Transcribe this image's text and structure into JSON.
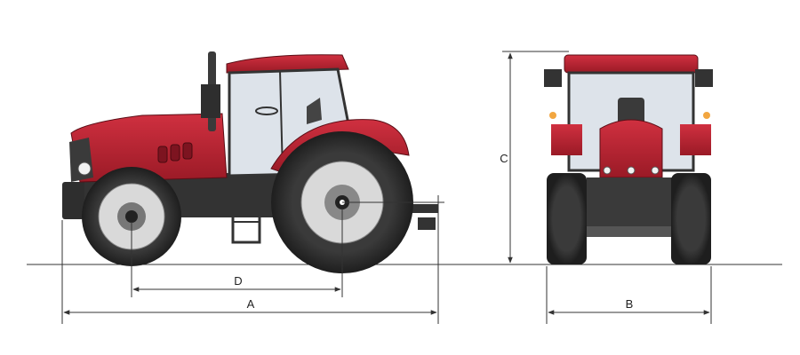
{
  "dimensions": {
    "A": "A",
    "B": "B",
    "C": "C",
    "D": "D"
  },
  "colors": {
    "body_red": "#b51f2c",
    "dark_red": "#7d1420",
    "tire": "#2b2b2b",
    "rim": "#d9d9d9",
    "glass": "#dde3ea",
    "frame": "#3a3a3a",
    "line": "#333333"
  }
}
